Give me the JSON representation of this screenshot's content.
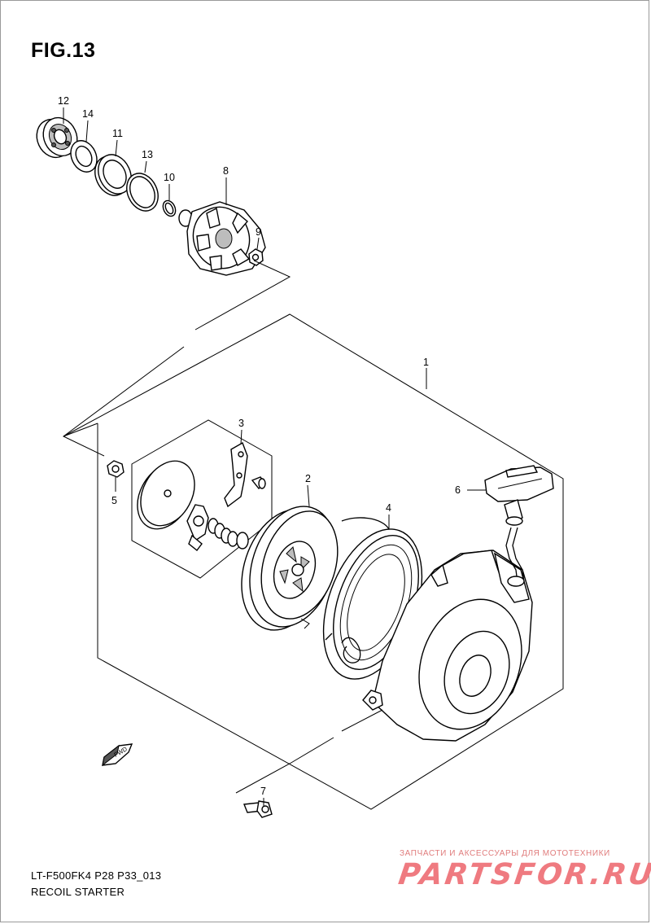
{
  "figure": {
    "title": "FIG.13"
  },
  "callouts": [
    {
      "id": "12",
      "label": "12"
    },
    {
      "id": "14",
      "label": "14"
    },
    {
      "id": "11",
      "label": "11"
    },
    {
      "id": "13",
      "label": "13"
    },
    {
      "id": "10",
      "label": "10"
    },
    {
      "id": "8",
      "label": "8"
    },
    {
      "id": "9",
      "label": "9"
    },
    {
      "id": "1",
      "label": "1"
    },
    {
      "id": "3",
      "label": "3"
    },
    {
      "id": "2",
      "label": "2"
    },
    {
      "id": "4",
      "label": "4"
    },
    {
      "id": "5",
      "label": "5"
    },
    {
      "id": "6",
      "label": "6"
    },
    {
      "id": "7",
      "label": "7"
    }
  ],
  "direction_marker": {
    "label": "FWD"
  },
  "footer": {
    "model_code": "LT-F500FK4 P28 P33_013",
    "assembly_name": "RECOIL STARTER"
  },
  "watermark": {
    "tagline": "ЗАПЧАСТИ И АКСЕССУАРЫ ДЛЯ МОТОТЕХНИКИ",
    "logo": "PARTSFOR.RU"
  },
  "colors": {
    "line": "#000000",
    "shade": "#bdbdbd",
    "watermark": "#ef7a80"
  }
}
